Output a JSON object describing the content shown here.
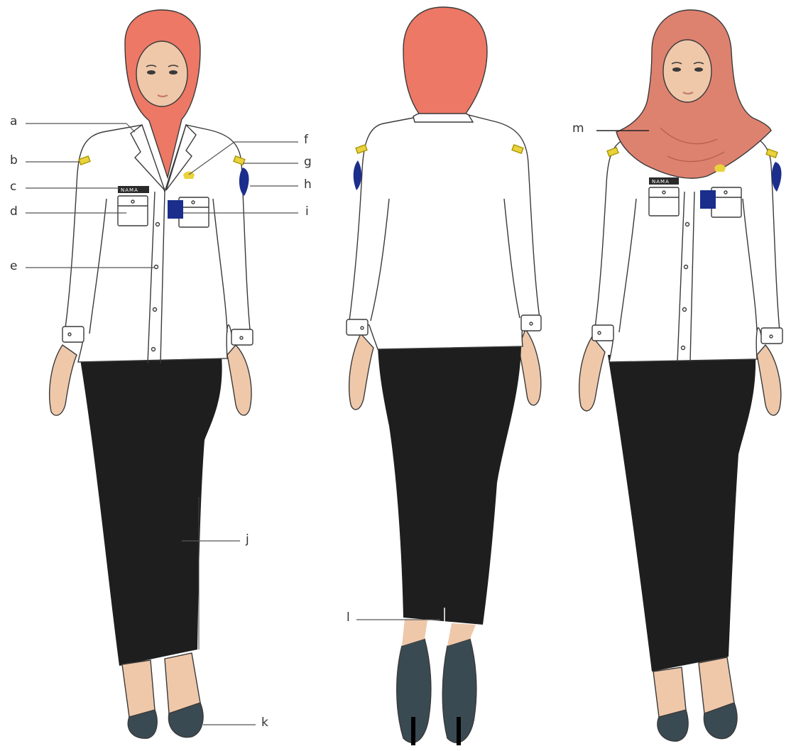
{
  "colors": {
    "hijab": "#ec7865",
    "hijab_long": "#de8270",
    "shirt": "#ffffff",
    "outline": "#3a3a3a",
    "skirt": "#1e1e1e",
    "shoes": "#3a4a52",
    "skin": "#efc8aa",
    "epaulette": "#e9d23b",
    "badge": "#1b2e8c",
    "nametag": "#2a2a2a"
  },
  "figures": [
    {
      "view": "front"
    },
    {
      "view": "back"
    },
    {
      "view": "front-long-hijab"
    }
  ],
  "nametag_text": "NAMA",
  "labels": [
    {
      "id": "a",
      "text": "a"
    },
    {
      "id": "b",
      "text": "b"
    },
    {
      "id": "c",
      "text": "c"
    },
    {
      "id": "d",
      "text": "d"
    },
    {
      "id": "e",
      "text": "e"
    },
    {
      "id": "f",
      "text": "f"
    },
    {
      "id": "g",
      "text": "g"
    },
    {
      "id": "h",
      "text": "h"
    },
    {
      "id": "i",
      "text": "i"
    },
    {
      "id": "j",
      "text": "j"
    },
    {
      "id": "k",
      "text": "k"
    },
    {
      "id": "l",
      "text": "l"
    },
    {
      "id": "m",
      "text": "m"
    }
  ]
}
